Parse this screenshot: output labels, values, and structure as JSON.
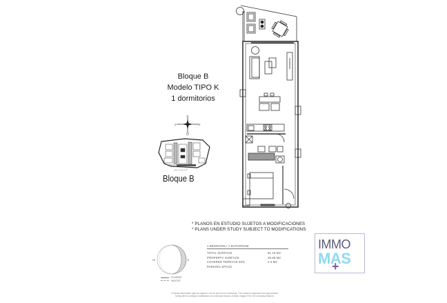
{
  "header": {
    "block": "Bloque B",
    "model": "Modelo TIPO K",
    "bedrooms": "1 dormitorios"
  },
  "site_plan": {
    "label": "Bloque B",
    "compass": {
      "n": "N",
      "s": "S",
      "e": "E",
      "o": "O"
    }
  },
  "notes": [
    "* PLANOS EN ESTUDIO SUJETOS A MODIFICACIONES",
    "* PLANS UNDER STUDY SUBJECT TO MODIFICATIONS"
  ],
  "surfaces": {
    "heading": "1 BEDROOM / 1 BATHROOM",
    "rows": [
      {
        "label": "TOTAL SURFACE",
        "value": "51.16 M2"
      },
      {
        "label": "PROPERTY SURFACE",
        "value": "46.86 M2"
      },
      {
        "label": "COVERED TERRACE 50%",
        "value": "4.3 M2"
      },
      {
        "label": "PARKING SPACE",
        "value": ""
      }
    ]
  },
  "sun_diagram": {
    "legend": [
      "SUMMER",
      "WINTER"
    ],
    "west": "W",
    "east": "E"
  },
  "logo": {
    "line1": "IMMO",
    "line2": "MAS",
    "plus": "+",
    "colors": {
      "border": "#bdb5d6",
      "immo": "#5e5c78",
      "mas": "#8fdaf0",
      "plus": "#7a5aa6"
    }
  },
  "footer": {
    "disclaimer_1": "Property information may be subject to errors and is not contractual. The surfaces expressed are approximate,",
    "disclaimer_2": "being able to undergo modifications for technical reasons. Artistic Images Free Of Contractual Nature."
  }
}
